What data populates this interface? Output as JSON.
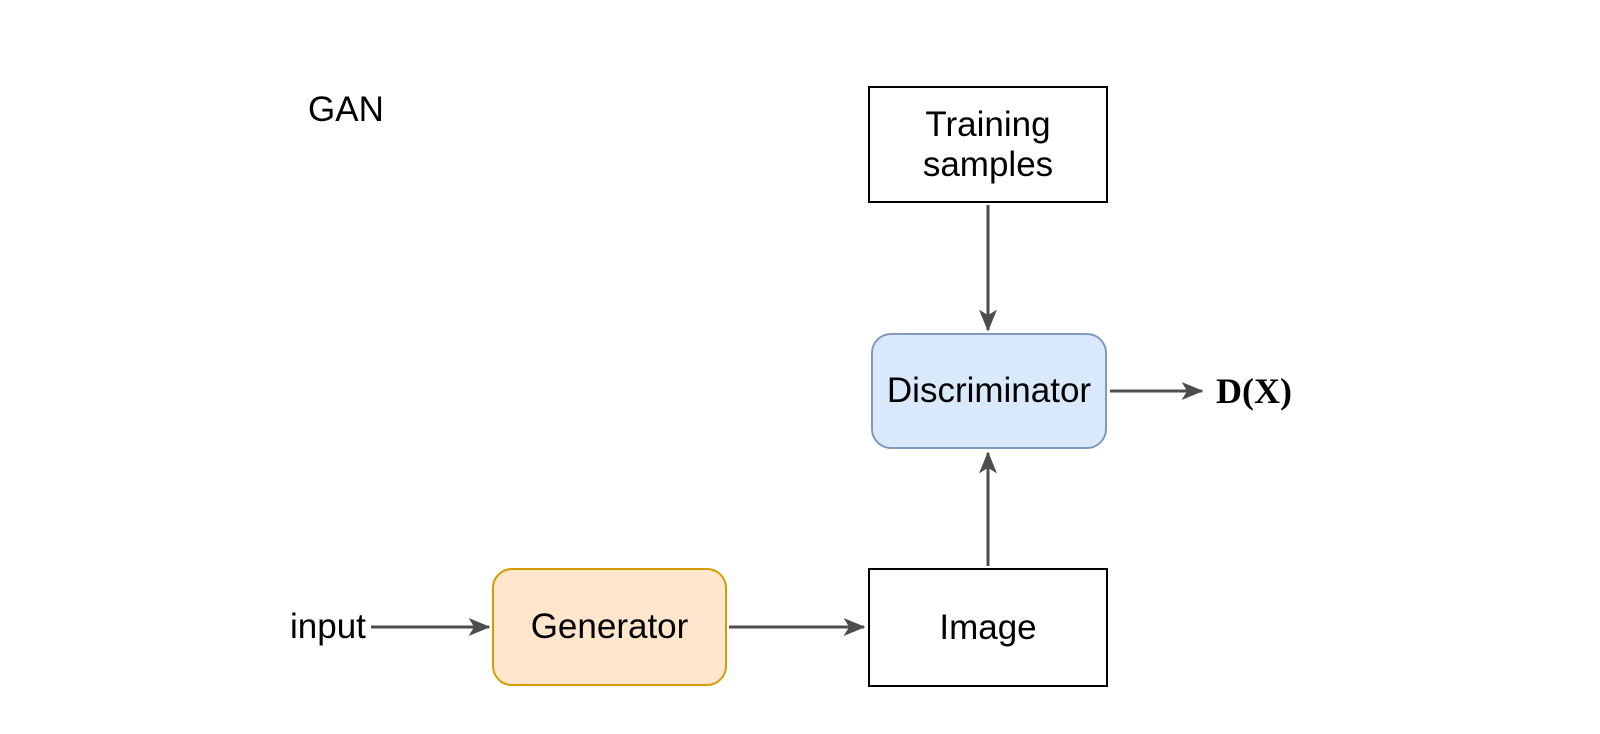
{
  "diagram": {
    "title": "GAN",
    "nodes": [
      {
        "id": "training-samples",
        "label": "Training\nsamples",
        "shape": "rectangle",
        "fill": "#ffffff",
        "border": "#000000"
      },
      {
        "id": "discriminator",
        "label": "Discriminator",
        "shape": "rounded-rectangle",
        "fill": "#dae8fc",
        "border": "#6c8ebf"
      },
      {
        "id": "image",
        "label": "Image",
        "shape": "rectangle",
        "fill": "#ffffff",
        "border": "#000000"
      },
      {
        "id": "generator",
        "label": "Generator",
        "shape": "rounded-rectangle",
        "fill": "#ffe6cc",
        "border": "#d79b00"
      }
    ],
    "labels": {
      "input": "input",
      "output": "D(X)"
    },
    "edges": [
      {
        "from": "training-samples",
        "to": "discriminator"
      },
      {
        "from": "image",
        "to": "discriminator"
      },
      {
        "from": "discriminator",
        "to": "output-D(X)"
      },
      {
        "from": "generator",
        "to": "image"
      },
      {
        "from": "input",
        "to": "generator"
      }
    ],
    "colors": {
      "background": "#ffffff",
      "arrow": "#4d4d4d",
      "text": "#000000",
      "discriminator_fill": "#dae8fc",
      "discriminator_border": "#6c8ebf",
      "generator_fill": "#ffe6cc",
      "generator_border": "#d79b00"
    }
  }
}
